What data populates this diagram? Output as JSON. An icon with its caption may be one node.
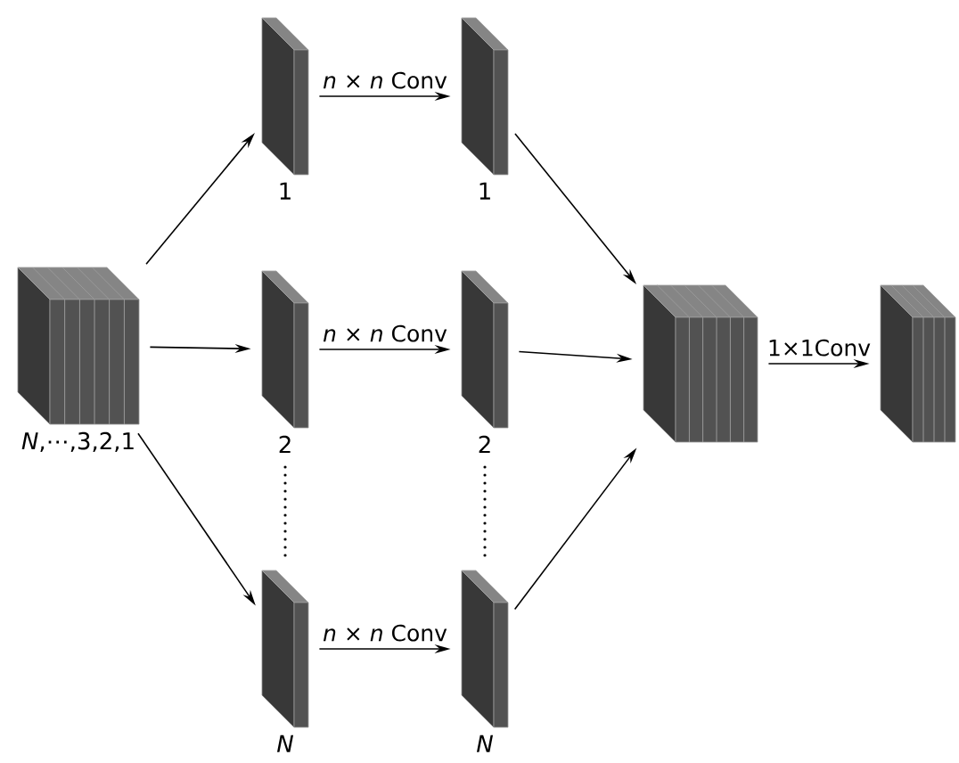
{
  "diagram": {
    "nodes": [
      {
        "text": [],
        "shape": "box",
        "beside": [
          "*N*,⋯,3,2,1"
        ]
      },
      {
        "text": [],
        "shape": "box",
        "beside": [
          "1"
        ]
      },
      {
        "text": [],
        "shape": "box",
        "beside": [
          "1"
        ]
      },
      {
        "text": [],
        "shape": "box",
        "beside": [
          "2"
        ]
      },
      {
        "text": [],
        "shape": "box",
        "beside": [
          "2"
        ]
      },
      {
        "text": [],
        "shape": "box",
        "beside": [
          "*N*"
        ]
      },
      {
        "text": [],
        "shape": "box",
        "beside": [
          "*N*"
        ]
      },
      {
        "text": [],
        "shape": "box"
      },
      {
        "text": [],
        "shape": "box"
      }
    ],
    "edges": [
      {
        "from": 0,
        "to": 1,
        "arrow": "to"
      },
      {
        "from": 0,
        "to": 3,
        "arrow": "to"
      },
      {
        "from": 0,
        "to": 5,
        "arrow": "to"
      },
      {
        "from": 1,
        "to": 2,
        "arrow": "to",
        "label": "*n* × *n* Conv"
      },
      {
        "from": 3,
        "to": 4,
        "arrow": "to",
        "label": "*n* × *n* Conv"
      },
      {
        "from": 5,
        "to": 6,
        "arrow": "to",
        "label": "*n* × *n* Conv"
      },
      {
        "from": 2,
        "to": 7,
        "arrow": "to"
      },
      {
        "from": 4,
        "to": 7,
        "arrow": "to"
      },
      {
        "from": 6,
        "to": 7,
        "arrow": "to"
      },
      {
        "from": 7,
        "to": 8,
        "arrow": "to",
        "label": "1×1Conv"
      }
    ]
  }
}
